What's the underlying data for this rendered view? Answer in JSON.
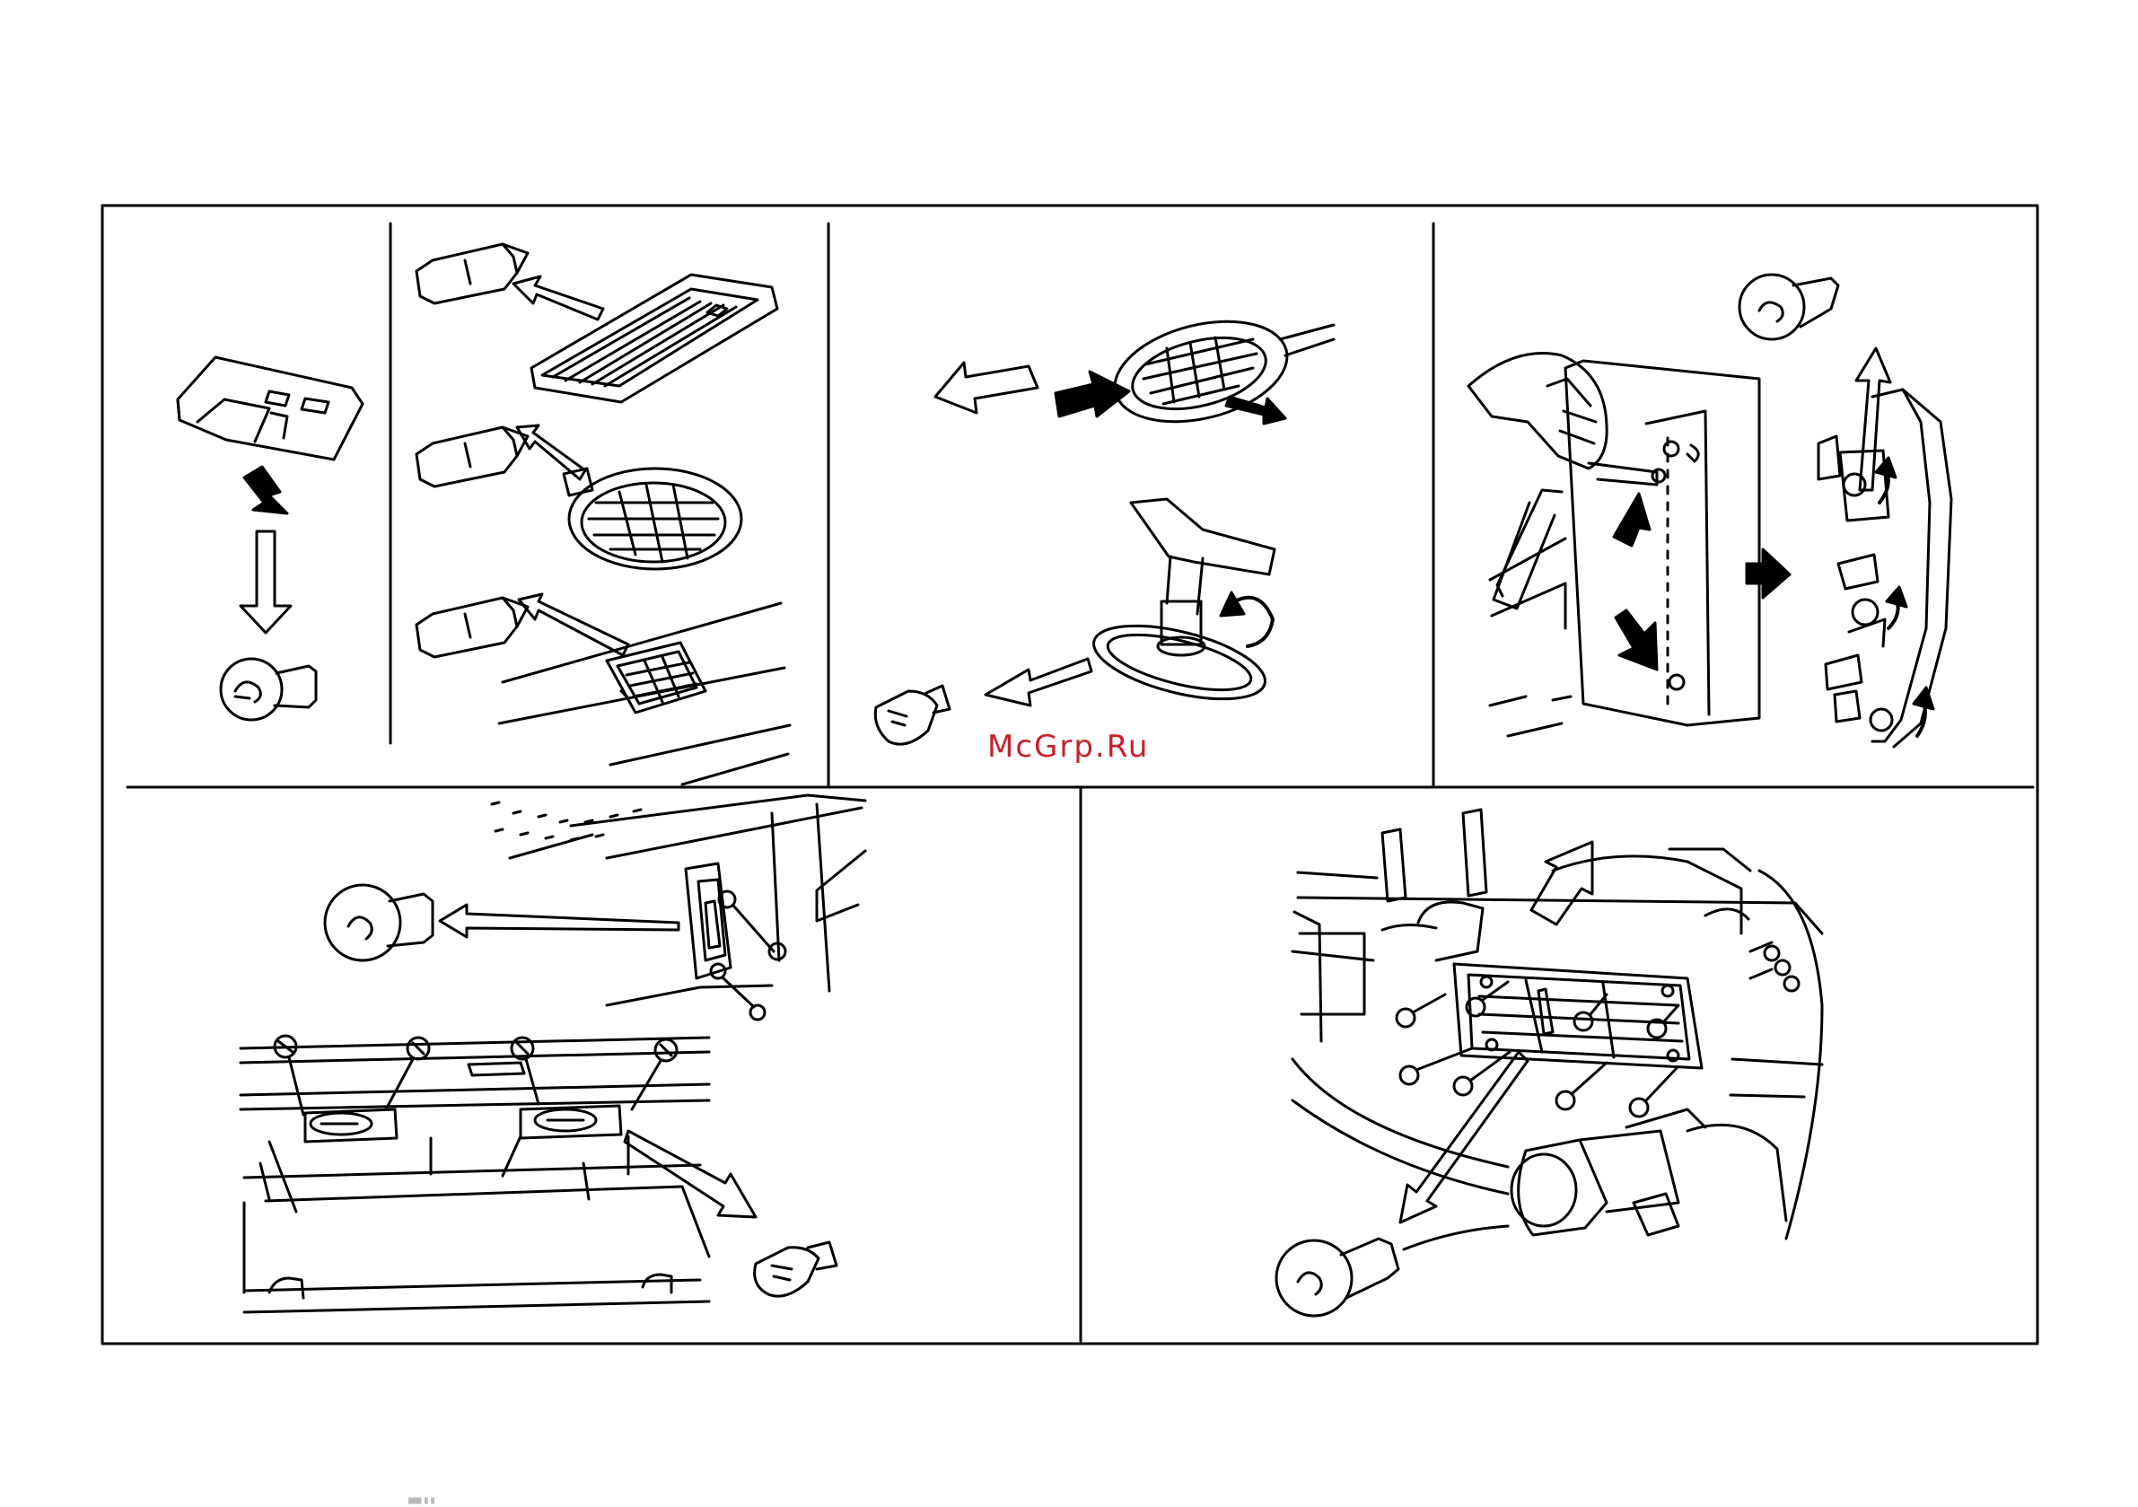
{
  "document": {
    "watermark": "McGrp.Ru",
    "footer_mark": "▒▒▒▒ ▒ ▒"
  },
  "panels": [
    {
      "id": "map-light",
      "icons": [
        "dome-light-icon",
        "down-arrow-icon",
        "bulb-icon"
      ]
    },
    {
      "id": "interior-lamps",
      "icons": [
        "festoon-bulb-icon",
        "room-lamp-icon",
        "round-lamp-icon",
        "vanity-lamp-icon"
      ]
    },
    {
      "id": "side-repeater",
      "icons": [
        "repeater-lens-icon",
        "twist-socket-icon",
        "wedge-bulb-icon"
      ]
    },
    {
      "id": "rear-combination",
      "icons": [
        "gloved-hand-icon",
        "bulb-holder-icon",
        "bulb-icon"
      ]
    },
    {
      "id": "number-plate-and-boot-lamps",
      "icons": [
        "boot-lamp-icon",
        "plate-lamp-icon",
        "screw-icon"
      ]
    },
    {
      "id": "rear-fog-lamp",
      "icons": [
        "lamp-unit-icon",
        "screw-icon",
        "bulb-icon"
      ]
    }
  ],
  "colors": {
    "line": "#000000",
    "watermark": "#c8202a",
    "background": "#ffffff"
  }
}
